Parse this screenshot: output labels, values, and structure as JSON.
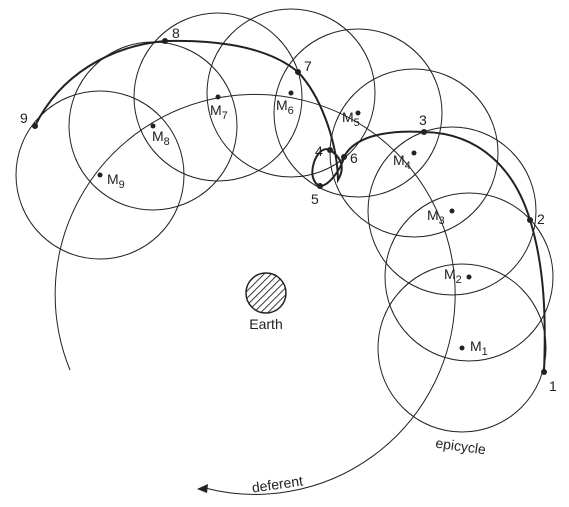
{
  "earth_label": "Earth",
  "epicycle_label": "epicycle",
  "deferent_label": "deferent",
  "planet_points": [
    {
      "label": "1"
    },
    {
      "label": "2"
    },
    {
      "label": "3"
    },
    {
      "label": "4"
    },
    {
      "label": "5"
    },
    {
      "label": "6"
    },
    {
      "label": "7"
    },
    {
      "label": "8"
    },
    {
      "label": "9"
    }
  ],
  "epicycle_centers": [
    {
      "label": "M",
      "sub": "1"
    },
    {
      "label": "M",
      "sub": "2"
    },
    {
      "label": "M",
      "sub": "3"
    },
    {
      "label": "M",
      "sub": "4"
    },
    {
      "label": "M",
      "sub": "5"
    },
    {
      "label": "M",
      "sub": "6"
    },
    {
      "label": "M",
      "sub": "7"
    },
    {
      "label": "M",
      "sub": "8"
    },
    {
      "label": "M",
      "sub": "9"
    }
  ],
  "colors": {
    "line": "#222222",
    "background": "#ffffff"
  }
}
